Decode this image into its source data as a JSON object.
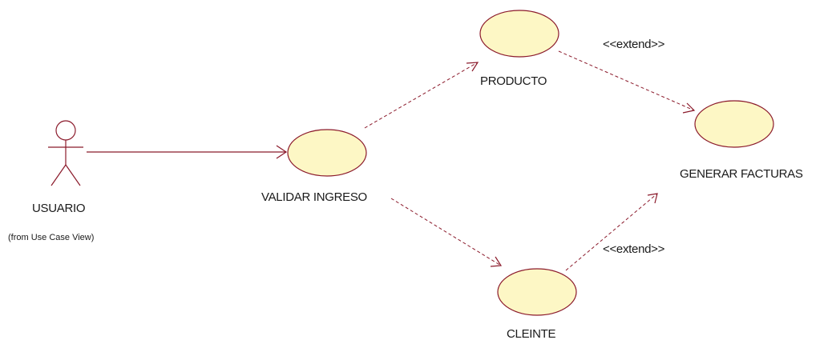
{
  "diagram": {
    "actor": {
      "name": "USUARIO",
      "note": "(from Use Case View)"
    },
    "use_cases": {
      "validar_ingreso": "VALIDAR INGRESO",
      "producto": "PRODUCTO",
      "generar_facturas": "GENERAR FACTURAS",
      "cliente": "CLEINTE"
    },
    "relations": {
      "extend_1": "<<extend>>",
      "extend_2": "<<extend>>"
    },
    "colors": {
      "stroke": "#8b1a2b",
      "use_case_fill": "#fdf7c5"
    }
  }
}
